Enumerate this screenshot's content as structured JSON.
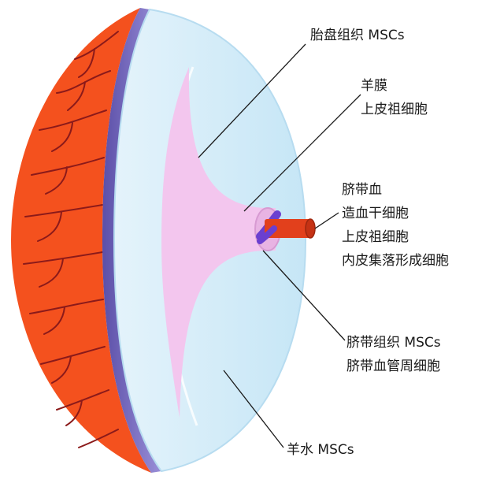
{
  "labels": {
    "placental_msc": "胎盘组织 MSCs",
    "amnion_line1": "羊膜",
    "amnion_line2": "上皮祖细胞",
    "cord_blood_line1": "脐带血",
    "cord_blood_line2": "造血干细胞",
    "cord_blood_line3": "上皮祖细胞",
    "cord_blood_line4": "内皮集落形成细胞",
    "cord_tissue_line1": "脐带组织 MSCs",
    "cord_tissue_line2": "脐带血管周细胞",
    "amniotic_fluid": "羊水 MSCs"
  },
  "colors": {
    "placenta": "#f4511e",
    "vessels": "#8b1a1a",
    "chorion": "#7a6fc4",
    "amnion_sac": "#cfe9f7",
    "amnion_edge": "#b7dcf0",
    "cord_wharton": "#f3c6ee",
    "cord_vein": "#e2401c",
    "cord_artery": "#6a3fd0"
  }
}
